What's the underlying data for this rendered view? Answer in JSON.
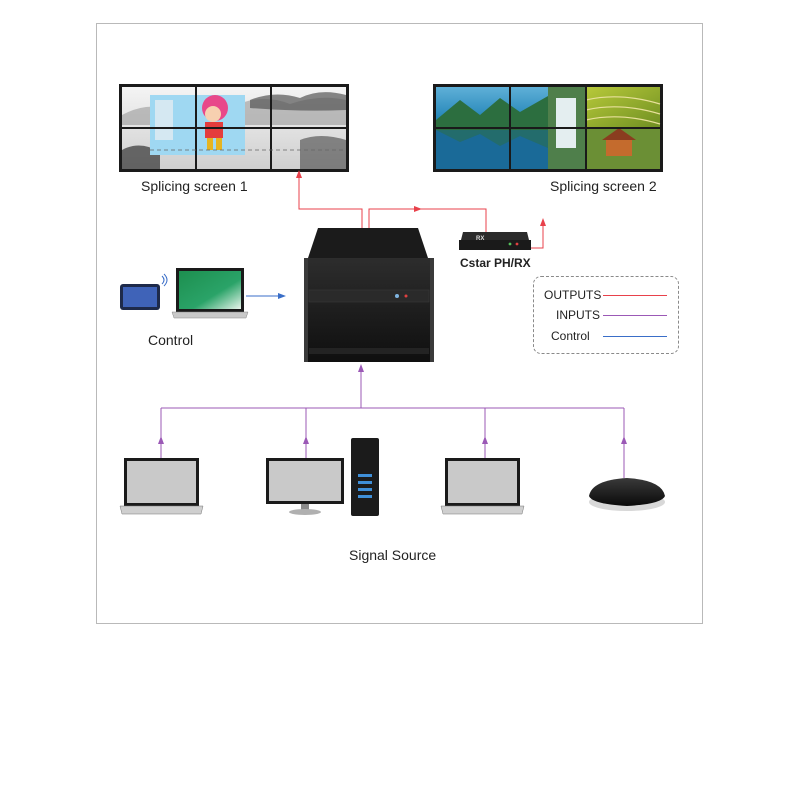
{
  "labels": {
    "screen1": "Splicing screen 1",
    "screen2": "Splicing screen 2",
    "receiver": "Cstar PH/RX",
    "control": "Control",
    "signal_source": "Signal Source"
  },
  "legend": {
    "items": [
      {
        "label": "OUTPUTS",
        "color": "#e8414b"
      },
      {
        "label": "INPUTS",
        "color": "#9b59b6"
      },
      {
        "label": "Control",
        "color": "#3a6ec8"
      }
    ]
  },
  "devices": {
    "receiver_tag": "RX"
  },
  "colors": {
    "outputs": "#e8414b",
    "inputs": "#9b59b6",
    "control": "#3a6ec8"
  }
}
